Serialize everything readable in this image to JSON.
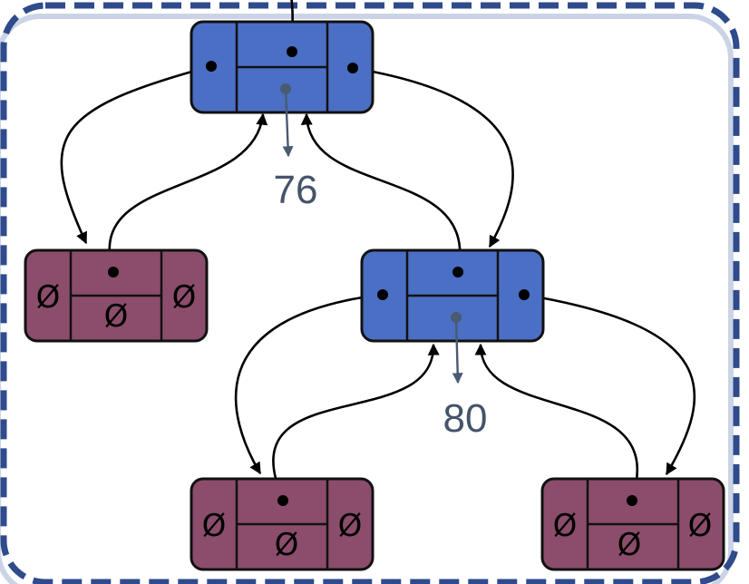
{
  "colors": {
    "frame": "#2f4b8c",
    "frame_shadow": "#a9b8d6",
    "internal_node": "#4a6fc5",
    "leaf_node": "#8b4d6b",
    "value_label": "#44546a",
    "value_pointer": "#4a5a70"
  },
  "null_symbol": "Ø",
  "nodes": [
    {
      "id": "root",
      "kind": "internal",
      "value": "76"
    },
    {
      "id": "left-leaf",
      "kind": "leaf"
    },
    {
      "id": "right-child",
      "kind": "internal",
      "value": "80"
    },
    {
      "id": "right-left-leaf",
      "kind": "leaf"
    },
    {
      "id": "right-right-leaf",
      "kind": "leaf"
    }
  ],
  "edges": [
    {
      "from": "root",
      "to": "left-leaf",
      "role": "left-child"
    },
    {
      "from": "left-leaf",
      "to": "root",
      "role": "parent"
    },
    {
      "from": "root",
      "to": "right-child",
      "role": "right-child"
    },
    {
      "from": "right-child",
      "to": "root",
      "role": "parent"
    },
    {
      "from": "right-child",
      "to": "right-left-leaf",
      "role": "left-child"
    },
    {
      "from": "right-left-leaf",
      "to": "right-child",
      "role": "parent"
    },
    {
      "from": "right-child",
      "to": "right-right-leaf",
      "role": "right-child"
    },
    {
      "from": "right-right-leaf",
      "to": "right-child",
      "role": "parent"
    }
  ]
}
